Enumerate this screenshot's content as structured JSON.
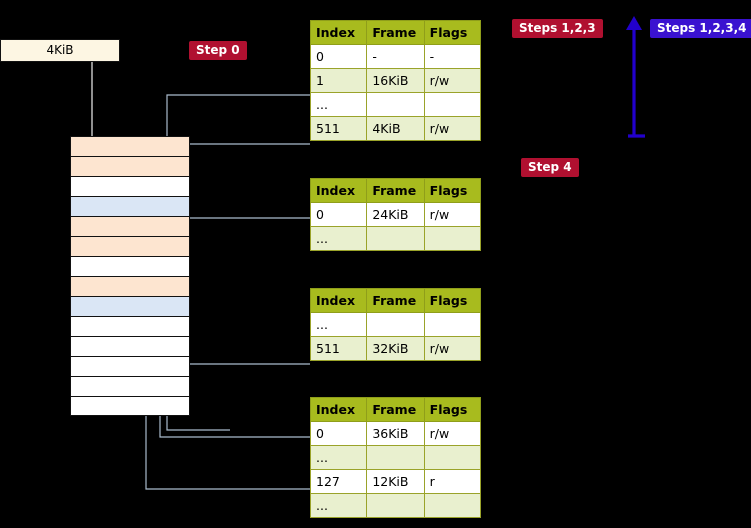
{
  "diagram": {
    "title_absent": true,
    "kib_box_label": "4KiB",
    "badges": {
      "step0": "Step 0",
      "steps123": "Steps 1,2,3",
      "steps1234": "Steps 1,2,3,4",
      "step4": "Step 4"
    },
    "colors": {
      "badge_red": "#b01030",
      "badge_blue": "#3a12d0",
      "table_header": "#a8bb1e",
      "table_alt_row": "#e9f0cf",
      "memory_orange": "#fde5d0",
      "memory_blue": "#dae6f5",
      "memory_cream": "#fdf6e3",
      "arrow_blue": "#2200cc",
      "wire_gray": "#aabbcc"
    },
    "memory_rows": [
      {
        "fill": "#fde5d0"
      },
      {
        "fill": "#fde5d0"
      },
      {
        "fill": "#ffffff"
      },
      {
        "fill": "#dae6f5"
      },
      {
        "fill": "#fde5d0"
      },
      {
        "fill": "#fde5d0"
      },
      {
        "fill": "#ffffff"
      },
      {
        "fill": "#fde5d0"
      },
      {
        "fill": "#dae6f5"
      },
      {
        "fill": "#ffffff"
      },
      {
        "fill": "#ffffff"
      },
      {
        "fill": "#ffffff"
      },
      {
        "fill": "#ffffff"
      },
      {
        "fill": "#ffffff"
      }
    ],
    "tables": [
      {
        "name": "page-table-level-0",
        "headers": [
          "Index",
          "Frame",
          "Flags"
        ],
        "rows": [
          {
            "cells": [
              "0",
              "-",
              "-"
            ],
            "style": "white"
          },
          {
            "cells": [
              "1",
              "16KiB",
              "r/w"
            ],
            "style": "alt"
          },
          {
            "cells": [
              "...",
              "",
              ""
            ],
            "style": "white"
          },
          {
            "cells": [
              "511",
              "4KiB",
              "r/w"
            ],
            "style": "alt"
          }
        ]
      },
      {
        "name": "page-table-level-1",
        "headers": [
          "Index",
          "Frame",
          "Flags"
        ],
        "rows": [
          {
            "cells": [
              "0",
              "24KiB",
              "r/w"
            ],
            "style": "white"
          },
          {
            "cells": [
              "...",
              "",
              ""
            ],
            "style": "alt"
          }
        ]
      },
      {
        "name": "page-table-level-2",
        "headers": [
          "Index",
          "Frame",
          "Flags"
        ],
        "rows": [
          {
            "cells": [
              "...",
              "",
              ""
            ],
            "style": "white"
          },
          {
            "cells": [
              "511",
              "32KiB",
              "r/w"
            ],
            "style": "alt"
          }
        ]
      },
      {
        "name": "page-table-level-3",
        "headers": [
          "Index",
          "Frame",
          "Flags"
        ],
        "rows": [
          {
            "cells": [
              "0",
              "36KiB",
              "r/w"
            ],
            "style": "white"
          },
          {
            "cells": [
              "...",
              "",
              ""
            ],
            "style": "alt"
          },
          {
            "cells": [
              "127",
              "12KiB",
              "r"
            ],
            "style": "white"
          },
          {
            "cells": [
              "...",
              "",
              ""
            ],
            "style": "alt"
          }
        ]
      }
    ]
  }
}
